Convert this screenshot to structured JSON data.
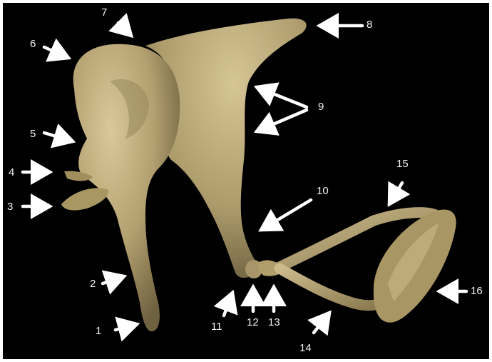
{
  "figure": {
    "subject": "ossicles-illustration",
    "background_color": "#000000",
    "bone_color": "#b7a678",
    "arrow_color": "#ffffff"
  },
  "labels": [
    "1",
    "2",
    "3",
    "4",
    "5",
    "6",
    "7",
    "8",
    "9",
    "10",
    "11",
    "12",
    "13",
    "14",
    "15",
    "16"
  ]
}
